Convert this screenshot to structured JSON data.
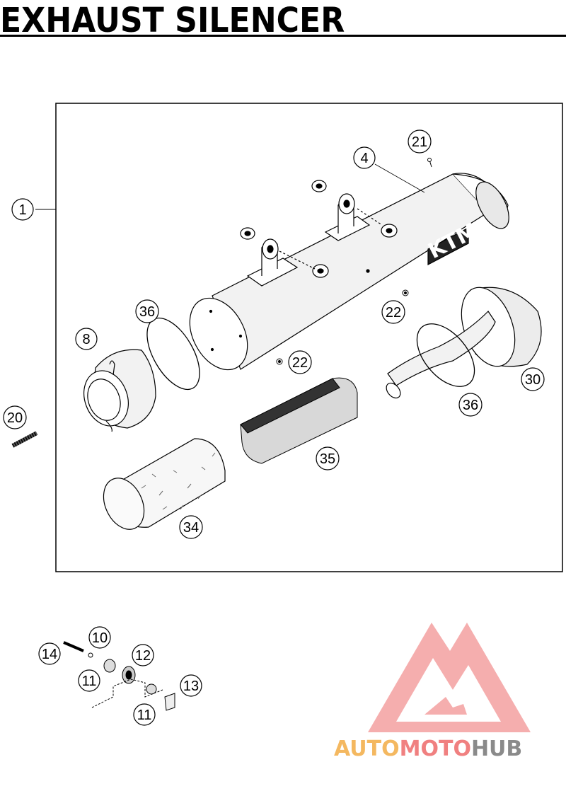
{
  "title": "EXHAUST SILENCER",
  "callouts": {
    "c1": "1",
    "c4": "4",
    "c21": "21",
    "c36a": "36",
    "c8": "8",
    "c22a": "22",
    "c22b": "22",
    "c30": "30",
    "c36b": "36",
    "c20": "20",
    "c35": "35",
    "c34": "34",
    "c10": "10",
    "c14": "14",
    "c12": "12",
    "c11a": "11",
    "c13": "13",
    "c11b": "11"
  },
  "silencer_brand": "KTM",
  "watermark": {
    "word1": "AUTO",
    "word2": "MOTO",
    "word3": "HUB",
    "colors": {
      "logo": "#f08080",
      "auto": "#f4b860",
      "moto": "#f08080",
      "hub": "#8a8a8a"
    }
  }
}
